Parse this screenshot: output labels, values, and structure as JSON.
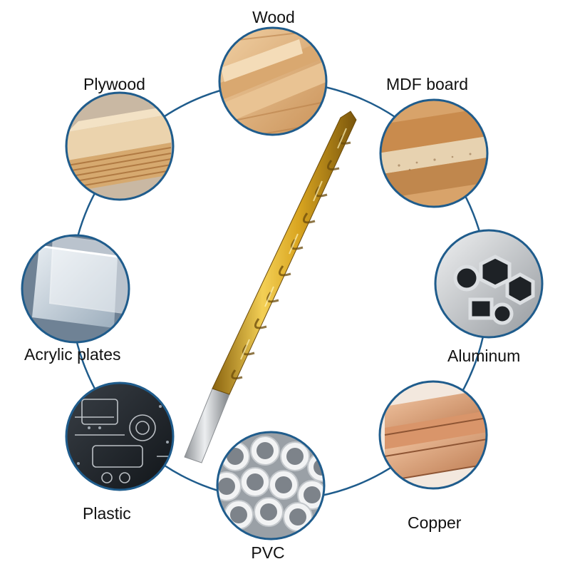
{
  "materials": [
    {
      "id": "wood",
      "label": "Wood"
    },
    {
      "id": "mdf",
      "label": "MDF board"
    },
    {
      "id": "aluminum",
      "label": "Aluminum"
    },
    {
      "id": "copper",
      "label": "Copper"
    },
    {
      "id": "pvc",
      "label": "PVC"
    },
    {
      "id": "plastic",
      "label": "Plastic"
    },
    {
      "id": "acrylic",
      "label": "Acrylic plates"
    },
    {
      "id": "plywood",
      "label": "Plywood"
    }
  ],
  "colors": {
    "ring": "#1f5c8c",
    "drill_gold": "#d9a520",
    "shank": "#b9bcc0"
  },
  "icons": [
    "wood-icon",
    "mdf-icon",
    "aluminum-icon",
    "copper-icon",
    "pvc-icon",
    "plastic-icon",
    "acrylic-icon",
    "plywood-icon",
    "drill-bit-icon"
  ]
}
